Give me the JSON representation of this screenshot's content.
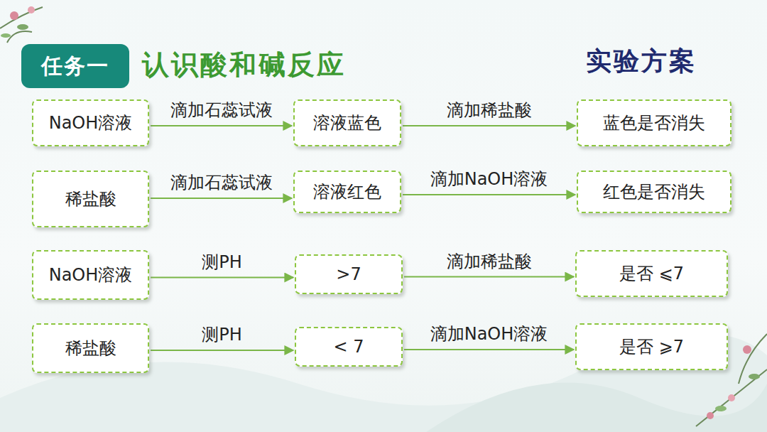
{
  "diagram": {
    "title": "认识酸和碱反应",
    "nodes": [
      {
        "text": [
          "任务一"
        ]
      },
      {
        "text": [
          "NaOH溶液"
        ]
      },
      {
        "text": [
          "溶液蓝色"
        ]
      },
      {
        "text": [
          "蓝色是否消失"
        ]
      },
      {
        "text": [
          "稀盐酸"
        ]
      },
      {
        "text": [
          "溶液红色"
        ]
      },
      {
        "text": [
          "红色是否消失"
        ]
      },
      {
        "text": [
          "NaOH溶液"
        ]
      },
      {
        "text": [
          ">7"
        ]
      },
      {
        "text": [
          "是否 ⩽7"
        ]
      },
      {
        "text": [
          "稀盐酸"
        ]
      },
      {
        "text": [
          "< 7"
        ]
      },
      {
        "text": [
          "是否 ⩾7"
        ]
      }
    ],
    "edges": [
      {
        "from": 1,
        "to": 2,
        "label": "滴加石蕊试液",
        "arrow": "to"
      },
      {
        "from": 2,
        "to": 3,
        "label": "滴加稀盐酸",
        "arrow": "to"
      },
      {
        "from": 4,
        "to": 5,
        "label": "滴加石蕊试液",
        "arrow": "to"
      },
      {
        "from": 5,
        "to": 6,
        "label": "滴加NaOH溶液",
        "arrow": "to"
      },
      {
        "from": 7,
        "to": 8,
        "label": "测PH",
        "arrow": "to"
      },
      {
        "from": 8,
        "to": 9,
        "label": "滴加稀盐酸",
        "arrow": "to"
      },
      {
        "from": 10,
        "to": 11,
        "label": "测PH",
        "arrow": "to"
      },
      {
        "from": 11,
        "to": 12,
        "label": "滴加NaOH溶液",
        "arrow": "to"
      }
    ],
    "labels": [
      "实验方案"
    ]
  }
}
